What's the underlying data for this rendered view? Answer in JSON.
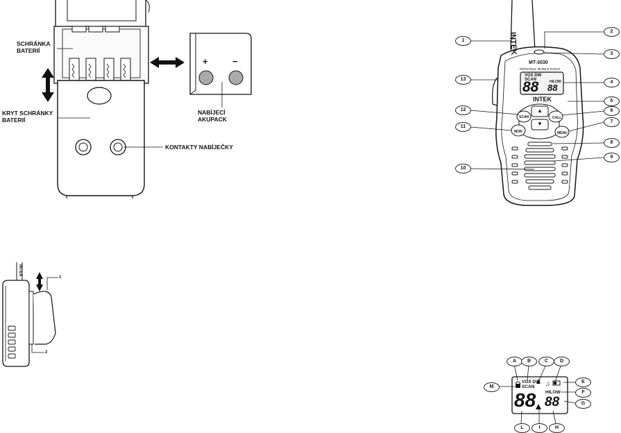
{
  "battery_panel": {
    "label_battery_box": [
      "SCHRÁNKA",
      "BATERIÍ"
    ],
    "label_battery_cover": [
      "KRYT SCHRÁNKY",
      "BATERIÍ"
    ],
    "label_charger_contacts": "KONTAKTY NABÍJEČKY",
    "label_charging_pack": [
      "NABÍJECÍ",
      "AKUPACK"
    ],
    "plus_sign": "+",
    "minus_sign": "−"
  },
  "radio_front": {
    "model": "MT-3030",
    "subtitle": "PERSONAL MOBILE RADIO",
    "brand": "INTEK",
    "antenna_brand": "INTEK",
    "lcd_top": "VOX DW",
    "lcd_scan": "SCAN",
    "lcd_hilow": "HILOW",
    "lcd_digits_big": "88",
    "lcd_digits_small": "88",
    "btn_scan": "SCAN",
    "btn_call": "CALL",
    "btn_mon": "MON",
    "btn_menu": "MENU",
    "btn_up": "▲",
    "btn_down": "▼",
    "callouts_left": [
      "1",
      "13",
      "12",
      "11",
      "10"
    ],
    "callouts_right": [
      "2",
      "3",
      "4",
      "5",
      "6",
      "7",
      "8",
      "9"
    ]
  },
  "side_view": {
    "label_1": "1",
    "label_2": "2",
    "antenna_text": "INTEK"
  },
  "lcd_detail": {
    "top_callouts": [
      "A",
      "B",
      "C",
      "D"
    ],
    "right_callouts": [
      "E",
      "F",
      "G"
    ],
    "bottom_callouts": [
      "L",
      "I",
      "H"
    ],
    "left_callouts": [
      "M"
    ],
    "lcd_top": "VOX DW",
    "lcd_scan": "SCAN",
    "lcd_hilow": "HILOW",
    "lcd_digits_big": "88",
    "lcd_digits_small": "88"
  }
}
